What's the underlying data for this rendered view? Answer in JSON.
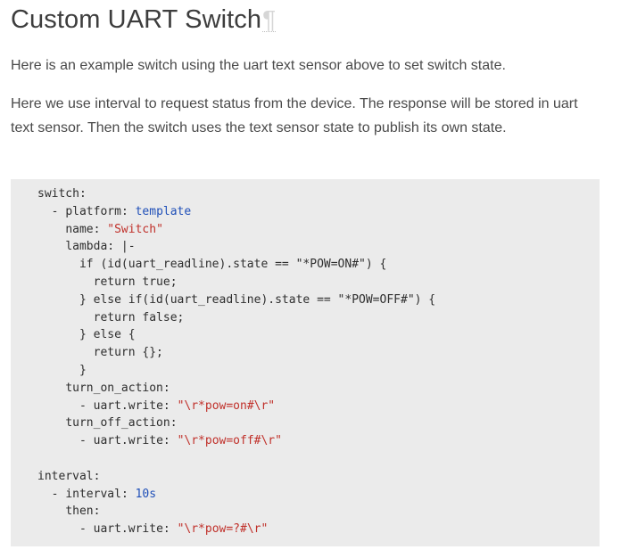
{
  "heading": {
    "title": "Custom UART Switch",
    "permalink_symbol": "¶"
  },
  "paragraphs": [
    "Here is an example switch using the uart text sensor above to set switch state.",
    "Here we use interval to request status from the device. The response will be stored in uart text sensor. Then the switch uses the text sensor state to publish its own state."
  ],
  "code": {
    "language": "yaml",
    "lines": [
      [
        {
          "t": "k",
          "v": "switch"
        },
        {
          "t": "p",
          "v": ":"
        }
      ],
      [
        {
          "t": "p",
          "v": "  - "
        },
        {
          "t": "k",
          "v": "platform"
        },
        {
          "t": "p",
          "v": ": "
        },
        {
          "t": "v",
          "v": "template"
        }
      ],
      [
        {
          "t": "p",
          "v": "    "
        },
        {
          "t": "k",
          "v": "name"
        },
        {
          "t": "p",
          "v": ": "
        },
        {
          "t": "s",
          "v": "\"Switch\""
        }
      ],
      [
        {
          "t": "p",
          "v": "    "
        },
        {
          "t": "k",
          "v": "lambda"
        },
        {
          "t": "p",
          "v": ": |-"
        }
      ],
      [
        {
          "t": "p",
          "v": "      if (id(uart_readline).state == \"*POW=ON#\") {"
        }
      ],
      [
        {
          "t": "p",
          "v": "        return true;"
        }
      ],
      [
        {
          "t": "p",
          "v": "      } else if(id(uart_readline).state == \"*POW=OFF#\") {"
        }
      ],
      [
        {
          "t": "p",
          "v": "        return false;"
        }
      ],
      [
        {
          "t": "p",
          "v": "      } else {"
        }
      ],
      [
        {
          "t": "p",
          "v": "        return {};"
        }
      ],
      [
        {
          "t": "p",
          "v": "      }"
        }
      ],
      [
        {
          "t": "p",
          "v": "    "
        },
        {
          "t": "k",
          "v": "turn_on_action"
        },
        {
          "t": "p",
          "v": ":"
        }
      ],
      [
        {
          "t": "p",
          "v": "      - "
        },
        {
          "t": "k",
          "v": "uart.write"
        },
        {
          "t": "p",
          "v": ": "
        },
        {
          "t": "s",
          "v": "\"\\r*pow=on#\\r\""
        }
      ],
      [
        {
          "t": "p",
          "v": "    "
        },
        {
          "t": "k",
          "v": "turn_off_action"
        },
        {
          "t": "p",
          "v": ":"
        }
      ],
      [
        {
          "t": "p",
          "v": "      - "
        },
        {
          "t": "k",
          "v": "uart.write"
        },
        {
          "t": "p",
          "v": ": "
        },
        {
          "t": "s",
          "v": "\"\\r*pow=off#\\r\""
        }
      ],
      [],
      [
        {
          "t": "k",
          "v": "interval"
        },
        {
          "t": "p",
          "v": ":"
        }
      ],
      [
        {
          "t": "p",
          "v": "  - "
        },
        {
          "t": "k",
          "v": "interval"
        },
        {
          "t": "p",
          "v": ": "
        },
        {
          "t": "n",
          "v": "10s"
        }
      ],
      [
        {
          "t": "p",
          "v": "    "
        },
        {
          "t": "k",
          "v": "then"
        },
        {
          "t": "p",
          "v": ":"
        }
      ],
      [
        {
          "t": "p",
          "v": "      - "
        },
        {
          "t": "k",
          "v": "uart.write"
        },
        {
          "t": "p",
          "v": ": "
        },
        {
          "t": "s",
          "v": "\"\\r*pow=?#\\r\""
        }
      ]
    ]
  },
  "colors": {
    "code_background": "#ebebeb",
    "code_value_blue": "#1f4fb8",
    "code_string_red": "#c0302a",
    "heading_text": "#3d3d3d",
    "body_text": "#4a4a4a"
  }
}
